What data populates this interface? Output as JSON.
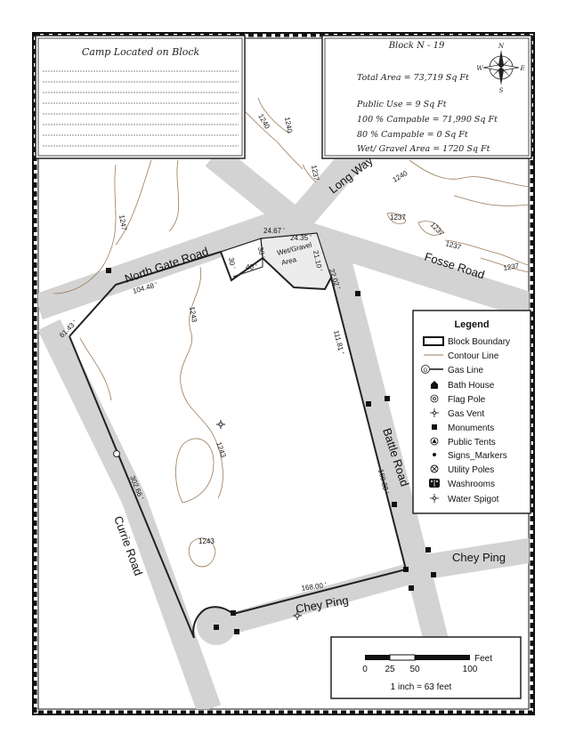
{
  "camp_box": {
    "title": "Camp Located on Block",
    "line_count": 8
  },
  "block_info": {
    "title": "Block N - 19",
    "total_area": "Total Area = 73,719 Sq Ft",
    "public_use": "Public Use = 9 Sq Ft",
    "campable_100": "100 % Campable = 71,990 Sq Ft",
    "campable_80": "80 % Campable = 0 Sq Ft",
    "wet_gravel": "Wet/ Gravel Area = 1720 Sq Ft"
  },
  "compass": {
    "n": "N",
    "s": "S",
    "e": "E",
    "w": "W"
  },
  "roads": {
    "north_gate": "North Gate Road",
    "long_way": "Long Way",
    "fosse": "Fosse Road",
    "battle": "Battle Road",
    "currie": "Currie Road",
    "chey_ping_east": "Chey Ping",
    "chey_ping_south": "Chey Ping"
  },
  "wet_area_label": [
    "Wet/Gravel",
    "Area"
  ],
  "dimensions": {
    "d1": "24.67 '",
    "d2": "24.35 '",
    "d3": "21.10 '",
    "d4": "22.02 '",
    "d5": "104.48 '",
    "d6": "61.43 '",
    "d7": "111.81 '",
    "d8": "160.88 '",
    "d9": "302.66 '",
    "d10": "168.00 '",
    "d11": "30 '",
    "d12": "30 '",
    "d13": "40 '"
  },
  "contours": {
    "c1": "1240",
    "c2": "1240",
    "c3": "1237",
    "c4": "1247",
    "c5": "1240",
    "c6": "1237",
    "c7": "1237",
    "c8": "1237",
    "c9": "1237",
    "c10": "1243",
    "c11": "1243",
    "c12": "1243"
  },
  "legend": {
    "title": "Legend",
    "items": [
      {
        "label": "Block Boundary",
        "icon": "block-boundary-icon"
      },
      {
        "label": "Contour Line",
        "icon": "contour-line-icon"
      },
      {
        "label": "Gas Line",
        "icon": "gas-line-icon"
      },
      {
        "label": "Bath House",
        "icon": "bath-house-icon"
      },
      {
        "label": "Flag Pole",
        "icon": "flag-pole-icon"
      },
      {
        "label": "Gas Vent",
        "icon": "gas-vent-icon"
      },
      {
        "label": "Monuments",
        "icon": "monument-icon"
      },
      {
        "label": "Public Tents",
        "icon": "public-tent-icon"
      },
      {
        "label": "Signs_Markers",
        "icon": "sign-marker-icon"
      },
      {
        "label": "Utility Poles",
        "icon": "utility-pole-icon"
      },
      {
        "label": "Washrooms",
        "icon": "washroom-icon"
      },
      {
        "label": "Water Spigot",
        "icon": "water-spigot-icon"
      }
    ],
    "gas_symbol": "G"
  },
  "scale_bar": {
    "unit": "Feet",
    "ticks": [
      "0",
      "25",
      "50",
      "100"
    ],
    "note": "1 inch = 63 feet"
  },
  "colors": {
    "road": "#d3d3d3",
    "contour": "#9a7a5a",
    "boundary": "#222222",
    "wet_area": "#ececec",
    "frame": "#111111"
  }
}
